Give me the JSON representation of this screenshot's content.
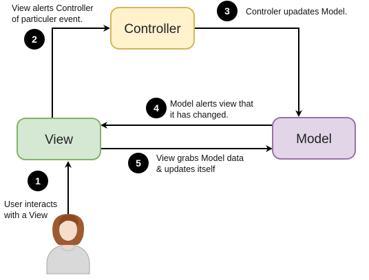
{
  "nodes": {
    "controller": {
      "label": "Controller",
      "fill": "#fff2cc",
      "stroke": "#d6b656"
    },
    "view": {
      "label": "View",
      "fill": "#d5e8d4",
      "stroke": "#82b366"
    },
    "model": {
      "label": "Model",
      "fill": "#e1d5e7",
      "stroke": "#9673a6"
    }
  },
  "steps": [
    {
      "number": "1",
      "lines": [
        "User interacts",
        "with a View"
      ]
    },
    {
      "number": "2",
      "lines": [
        "View alerts Controller",
        "of particuler event."
      ]
    },
    {
      "number": "3",
      "lines": [
        "Controler upadates Model."
      ]
    },
    {
      "number": "4",
      "lines": [
        "Model alerts view that",
        "it has changed."
      ]
    },
    {
      "number": "5",
      "lines": [
        "View grabs Model data",
        "& updates itself"
      ]
    }
  ],
  "user": {
    "icon": "user-avatar-icon"
  },
  "colors": {
    "arrow": "#000000",
    "badge": "#000000"
  }
}
